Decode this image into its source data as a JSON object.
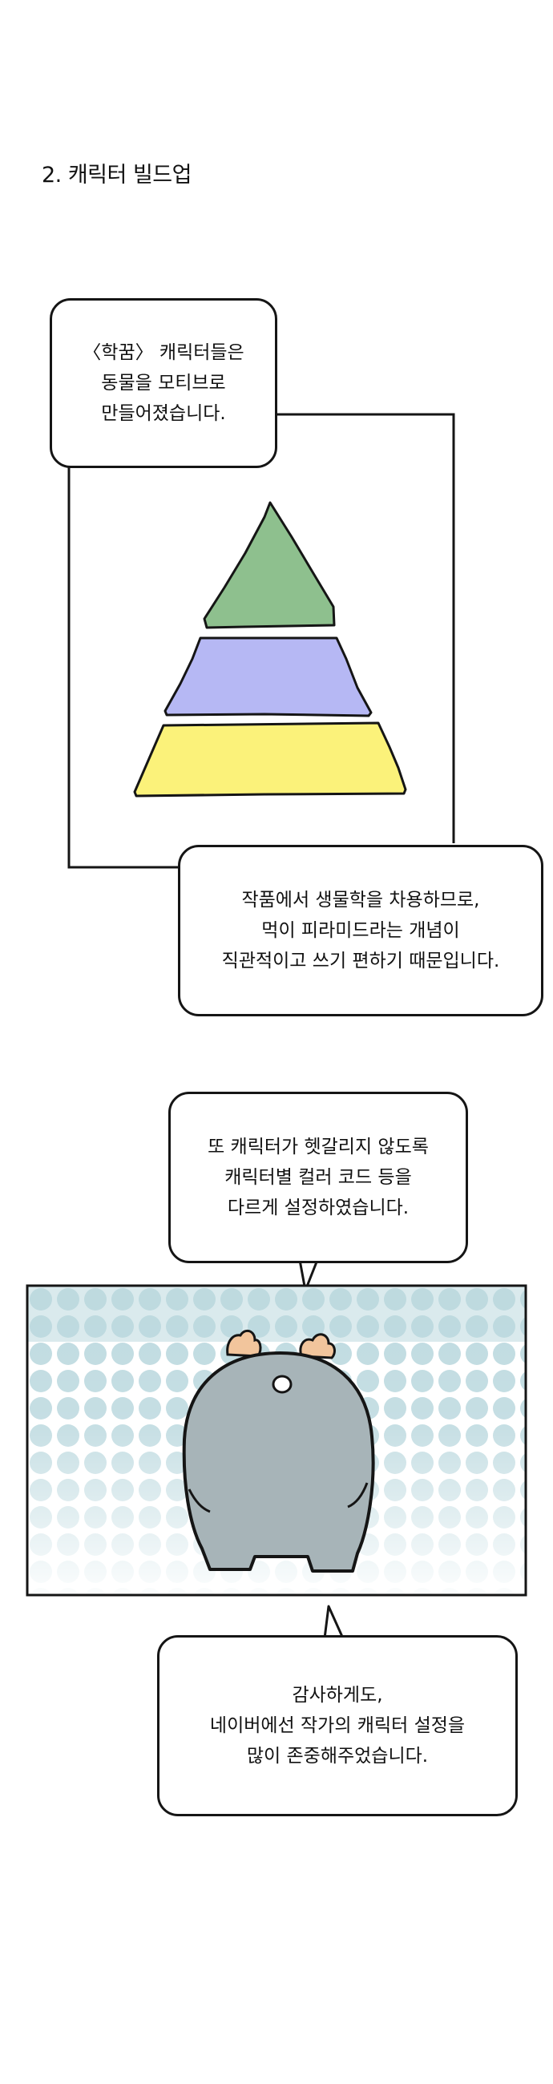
{
  "section": {
    "heading": "2. 캐릭터 빌드업"
  },
  "bubbles": {
    "intro": {
      "lines": [
        "〈학꿈〉 캐릭터들은",
        "동물을 모티브로",
        "만들어졌습니다."
      ]
    },
    "pyramid_reason": {
      "lines": [
        "작품에서 생물학을 차용하므로,",
        "먹이 피라미드라는 개념이",
        "직관적이고 쓰기 편하기 때문입니다."
      ]
    },
    "color_code": {
      "lines": [
        "또 캐릭터가 헷갈리지 않도록",
        "캐릭터별 컬러 코드 등을",
        "다르게 설정하였습니다."
      ]
    },
    "thanks": {
      "lines": [
        "감사하게도,",
        "네이버에선 작가의 캐릭터 설정을",
        "많이 존중해주었습니다."
      ]
    }
  },
  "colors": {
    "pyramid_top": "#8ec08e",
    "pyramid_middle": "#b6b8f4",
    "pyramid_bottom": "#fbf27a",
    "panel_dots": "#b9d7dd",
    "character_body": "#a7b4b8",
    "character_feet": "#f2c59c",
    "outline": "#151515"
  }
}
